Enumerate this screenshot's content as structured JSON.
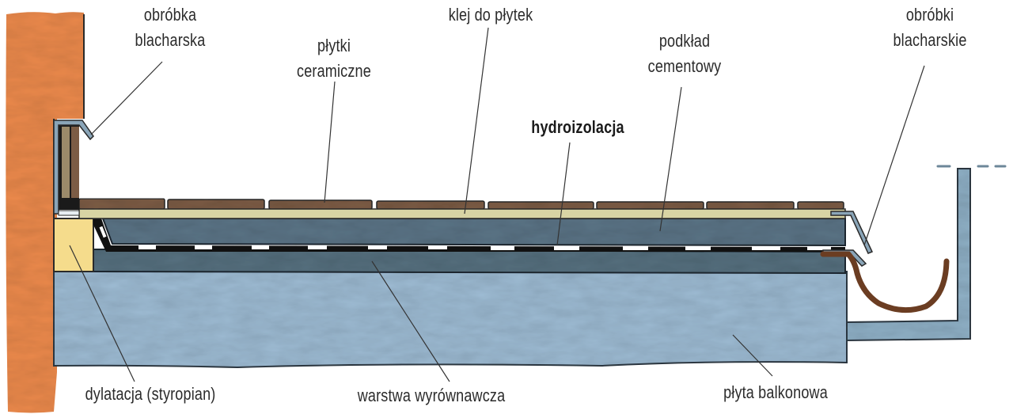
{
  "diagram": {
    "type": "balcony cross-section",
    "colors": {
      "wall": "#ec8a4c",
      "wall_dark": "#d9702e",
      "styrofoam": "#f5dc8c",
      "tiles": "#7c5c45",
      "adhesive": "#d8d4a4",
      "cement_screed": "#5b7486",
      "waterproofing": "#111111",
      "leveling_layer": "#56707f",
      "slab": "#9dbbd3",
      "flashing": "#8aa5b8",
      "gutter": "#6b3d22",
      "downpipe": "#9dbbd3",
      "leader_line": "#333333"
    }
  },
  "labels": {
    "obrobka_blacharska": [
      "obróbka",
      "blacharska"
    ],
    "plytki_ceramiczne": [
      "płytki",
      "ceramiczne"
    ],
    "klej_do_plytek": "klej do płytek",
    "podklad_cementowy": [
      "podkład",
      "cementowy"
    ],
    "obrobki_blacharskie": [
      "obróbki",
      "blacharskie"
    ],
    "hydroizolacja": "hydroizolacja",
    "dylatacja": "dylatacja (styropian)",
    "warstwa_wyrownawcza": "warstwa wyrównawcza",
    "plyta_balkonowa": "płyta balkonowa"
  }
}
